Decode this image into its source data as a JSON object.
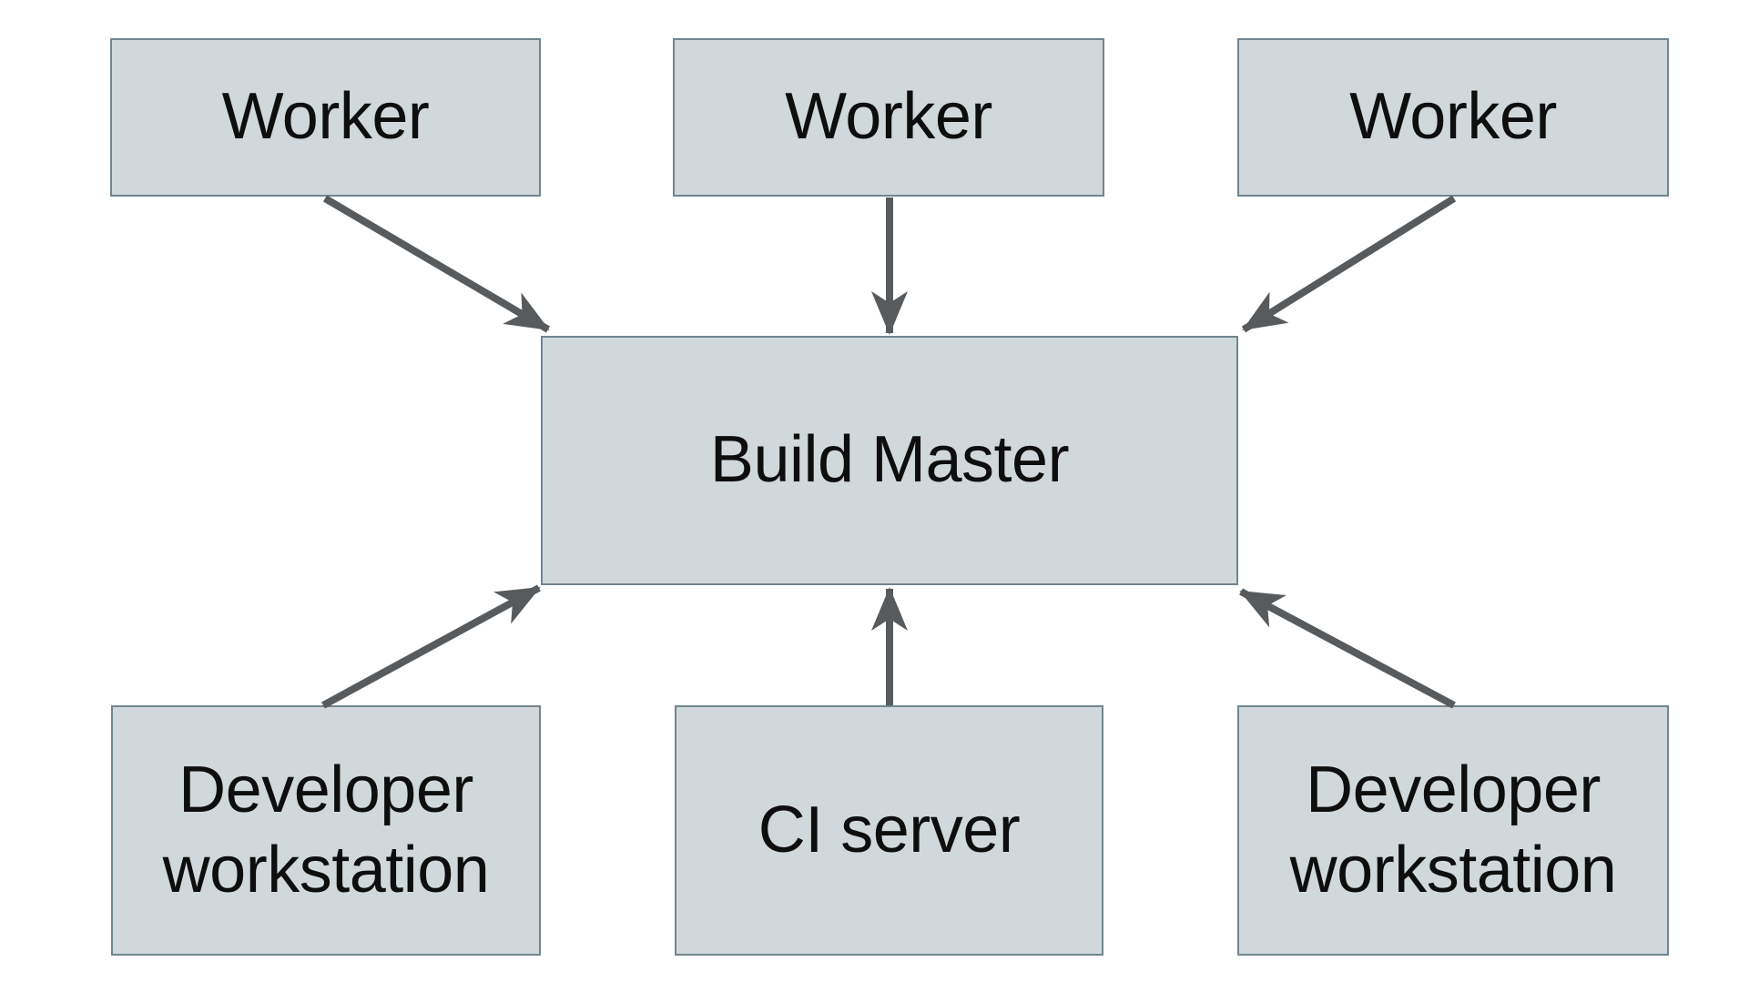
{
  "diagram": {
    "type": "architecture-diagram",
    "nodes": [
      {
        "id": "worker-1",
        "label": "Worker"
      },
      {
        "id": "worker-2",
        "label": "Worker"
      },
      {
        "id": "worker-3",
        "label": "Worker"
      },
      {
        "id": "build-master",
        "label": "Build Master"
      },
      {
        "id": "developer-workstation-1",
        "label": "Developer workstation"
      },
      {
        "id": "ci-server",
        "label": "CI server"
      },
      {
        "id": "developer-workstation-2",
        "label": "Developer workstation"
      }
    ],
    "edges": [
      {
        "from": "worker-1",
        "to": "build-master"
      },
      {
        "from": "worker-2",
        "to": "build-master"
      },
      {
        "from": "worker-3",
        "to": "build-master"
      },
      {
        "from": "developer-workstation-1",
        "to": "build-master"
      },
      {
        "from": "ci-server",
        "to": "build-master"
      },
      {
        "from": "developer-workstation-2",
        "to": "build-master"
      }
    ],
    "colors": {
      "node_fill": "#d1d8db",
      "node_border": "#70858f",
      "arrow": "#575b5d",
      "text": "#0e0e0e",
      "background": "#ffffff"
    }
  }
}
